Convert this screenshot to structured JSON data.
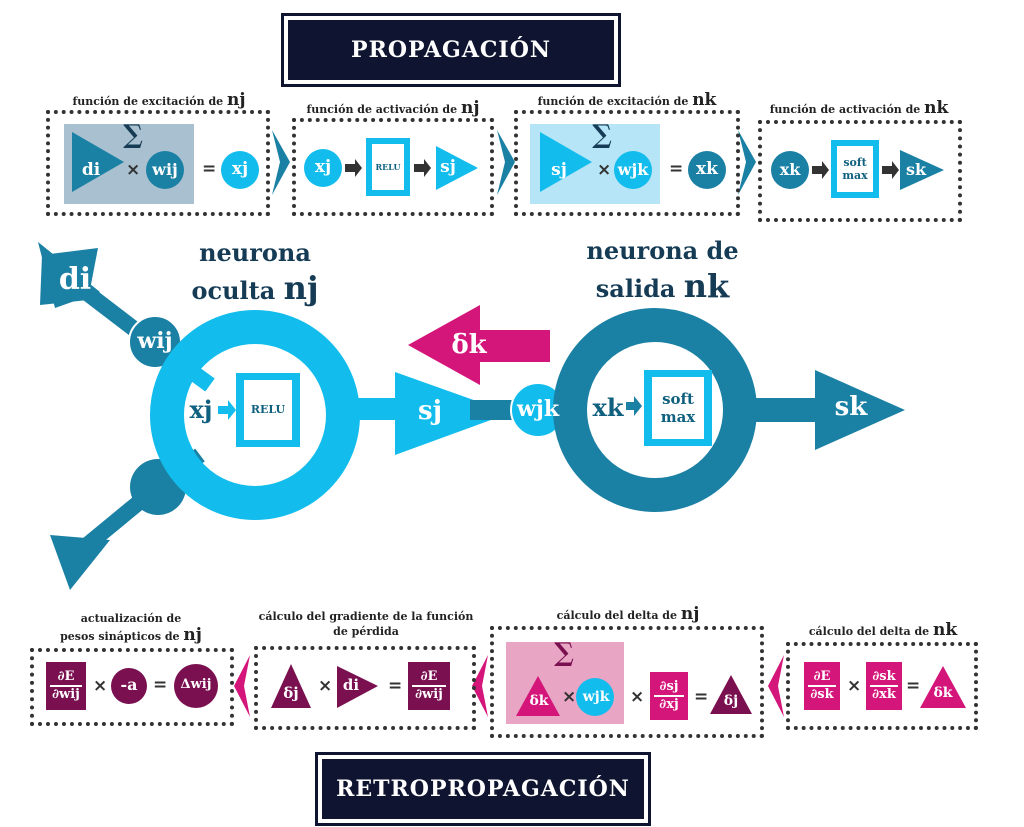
{
  "titles": {
    "forward": "PROPAGACIÓN",
    "backward": "RETROPROPAGACIÓN"
  },
  "forward_boxes": [
    {
      "caption": "función de excitación de",
      "caption_var": "nj",
      "sum": "∑",
      "a": "di",
      "times": "×",
      "b": "wij",
      "eq": "=",
      "result": "xj"
    },
    {
      "caption": "función de activación de",
      "caption_var": "nj",
      "input": "xj",
      "fn": "RELU",
      "output": "sj"
    },
    {
      "caption": "función de excitación de",
      "caption_var": "nk",
      "sum": "∑",
      "a": "sj",
      "times": "×",
      "b": "wjk",
      "eq": "=",
      "result": "xk"
    },
    {
      "caption": "función de activación de",
      "caption_var": "nk",
      "input": "xk",
      "fn_line1": "soft",
      "fn_line2": "max",
      "output": "sk"
    }
  ],
  "network": {
    "hidden_title_line1": "neurona",
    "hidden_title_line2": "oculta",
    "hidden_var": "nj",
    "output_title_line1": "neurona de",
    "output_title_line2": "salida",
    "output_var": "nk",
    "input_label": "di",
    "weight_in": "wij",
    "hidden_x": "xj",
    "hidden_fn": "RELU",
    "hidden_s": "sj",
    "weight_out": "wjk",
    "out_x": "xk",
    "out_fn_line1": "soft",
    "out_fn_line2": "max",
    "out_s": "sk",
    "delta_back": "δk"
  },
  "backward_boxes": [
    {
      "caption_line1": "actualización de",
      "caption_line2": "pesos sinápticos de",
      "caption_var": "nj",
      "frac_num": "∂E",
      "frac_den": "∂wij",
      "times": "×",
      "factor": "-a",
      "eq": "=",
      "result": "Δwij"
    },
    {
      "caption_line1": "cálculo del gradiente de la función",
      "caption_line2": "de pérdida",
      "a": "δj",
      "times": "×",
      "b": "di",
      "eq": "=",
      "frac_num": "∂E",
      "frac_den": "∂wij"
    },
    {
      "caption": "cálculo del delta de",
      "caption_var": "nj",
      "sum": "∑",
      "a": "δk",
      "times": "×",
      "b": "wjk",
      "times2": "×",
      "frac_num": "∂sj",
      "frac_den": "∂xj",
      "eq": "=",
      "result": "δj"
    },
    {
      "caption": "cálculo del delta de",
      "caption_var": "nk",
      "frac1_num": "∂E",
      "frac1_den": "∂sk",
      "times": "×",
      "frac2_num": "∂sk",
      "frac2_den": "∂xk",
      "eq": "=",
      "result": "δk"
    }
  ],
  "colors": {
    "navy": "#0f1530",
    "dark_teal": "#1a80a4",
    "light_cyan": "#12bcec",
    "magenta": "#d4157a",
    "plum": "#7a1050",
    "pink_shade": "#e8a5c4",
    "cyan_shade": "#b6e5f8",
    "grey_shade": "#a8c0d0"
  }
}
